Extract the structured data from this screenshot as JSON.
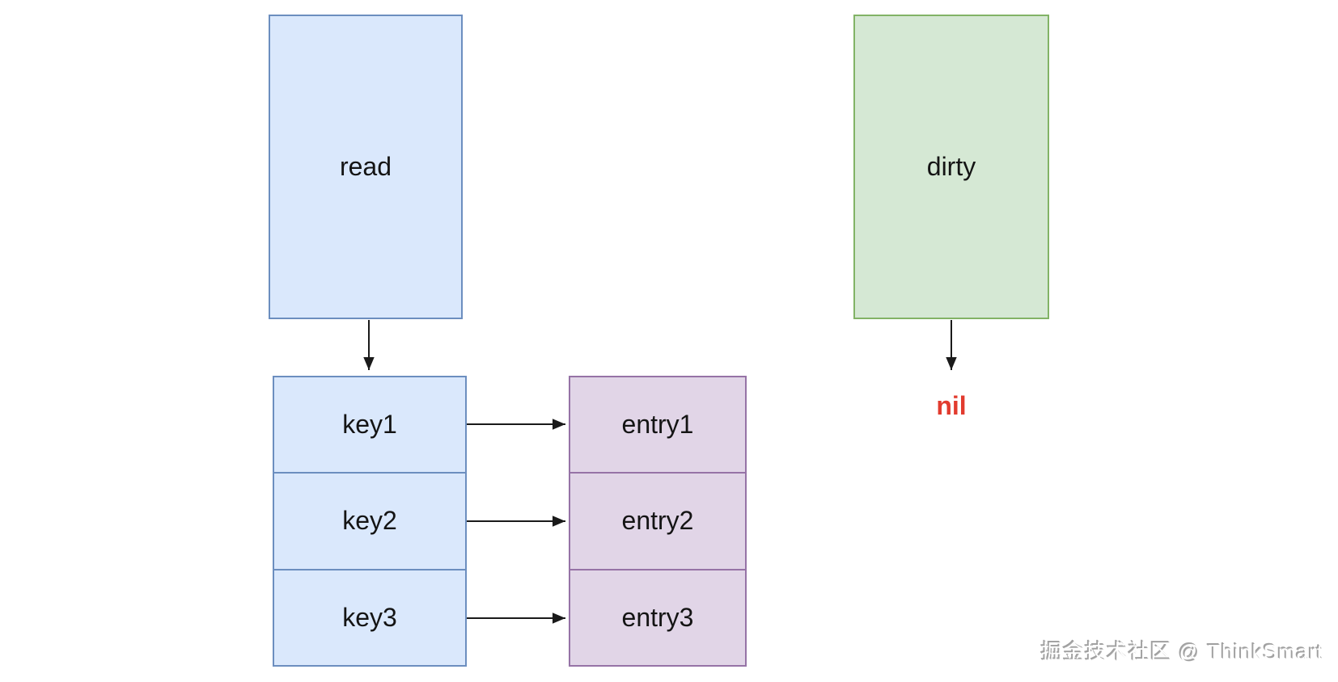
{
  "diagram": {
    "read_box": {
      "label": "read",
      "fill": "#dae8fc",
      "border_color": "#6c8ebf"
    },
    "dirty_box": {
      "label": "dirty",
      "fill": "#d5e8d4",
      "border_color": "#82b366"
    },
    "key_stack": {
      "fill": "#dae8fc",
      "border_color": "#6c8ebf",
      "cells": [
        {
          "label": "key1"
        },
        {
          "label": "key2"
        },
        {
          "label": "key3"
        }
      ]
    },
    "entry_stack": {
      "fill": "#e1d5e7",
      "border_color": "#9673a6",
      "cells": [
        {
          "label": "entry1"
        },
        {
          "label": "entry2"
        },
        {
          "label": "entry3"
        }
      ]
    },
    "nil_label": {
      "text": "nil",
      "color": "#e23b2e"
    },
    "edges": [
      {
        "from": "read",
        "to": "key-stack"
      },
      {
        "from": "key1",
        "to": "entry1"
      },
      {
        "from": "key2",
        "to": "entry2"
      },
      {
        "from": "key3",
        "to": "entry3"
      },
      {
        "from": "dirty",
        "to": "nil"
      }
    ],
    "arrow_color": "#1a1a1a"
  },
  "watermark": {
    "text": "掘金技术社区 @ ThinkSmart"
  }
}
